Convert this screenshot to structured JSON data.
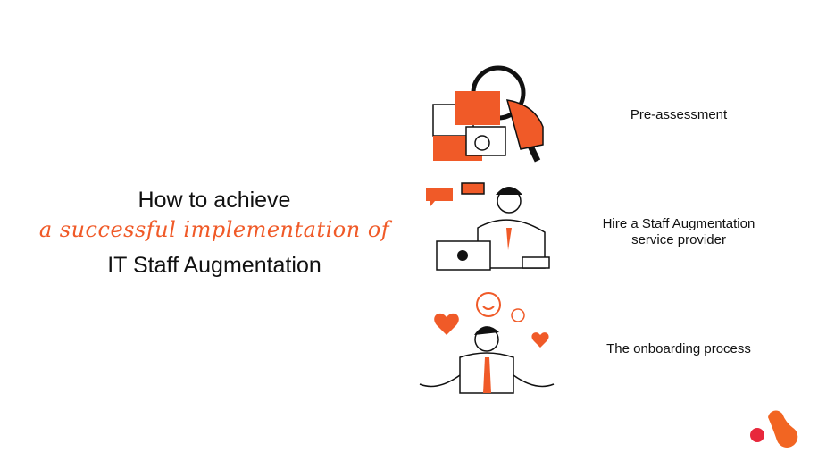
{
  "heading": {
    "line1": "How to achieve",
    "line2": "a successful implementation of",
    "line3": "IT Staff Augmentation"
  },
  "steps": [
    {
      "label": "Pre-assessment",
      "illustration": "magnifying-glass-person-icon"
    },
    {
      "label": "Hire a Staff Augmentation service provider",
      "illustration": "person-on-phone-laptop-icon"
    },
    {
      "label": "The onboarding process",
      "illustration": "happy-person-hearts-icon"
    }
  ],
  "colors": {
    "accent": "#f05a28",
    "text": "#111111",
    "logo_red": "#e8283c",
    "logo_orange": "#f26522"
  }
}
